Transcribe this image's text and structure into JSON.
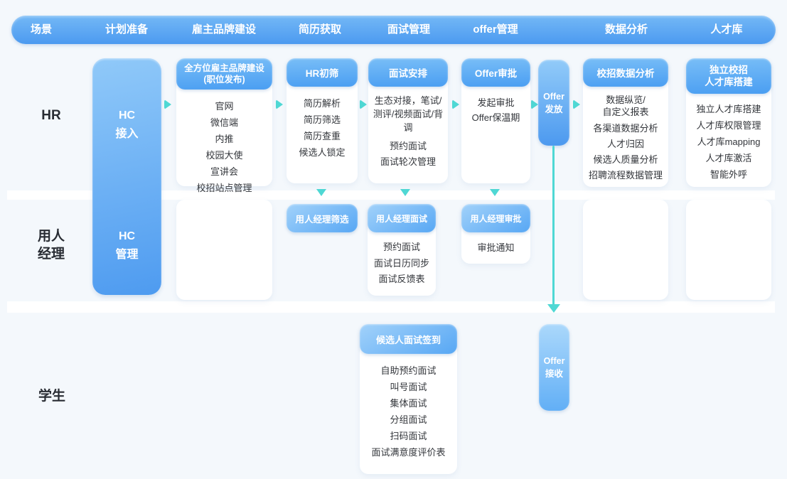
{
  "header": {
    "columns": [
      "场景",
      "计划准备",
      "雇主品牌建设",
      "简历获取",
      "面试管理",
      "offer管理",
      "数据分析",
      "人才库"
    ]
  },
  "lanes": {
    "hr": "HR",
    "manager": "用人\n经理",
    "student": "学生"
  },
  "plan": {
    "hc_access": "HC\n接入",
    "hc_manage": "HC\n管理"
  },
  "brand": {
    "title": "全方位雇主品牌建设\n(职位发布)",
    "items": [
      "官网",
      "微信端",
      "内推",
      "校园大使",
      "宣讲会",
      "校招站点管理"
    ]
  },
  "resume": {
    "title": "HR初筛",
    "items": [
      "简历解析",
      "简历筛选",
      "简历查重",
      "候选人锁定"
    ],
    "manager_title": "用人经理筛选"
  },
  "interview": {
    "title": "面试安排",
    "items": [
      "生态对接，笔试/测评/视频面试/背调",
      "预约面试",
      "面试轮次管理"
    ],
    "manager": {
      "title": "用人经理面试",
      "items": [
        "预约面试",
        "面试日历同步",
        "面试反馈表"
      ]
    },
    "student": {
      "title": "候选人面试签到",
      "items": [
        "自助预约面试",
        "叫号面试",
        "集体面试",
        "分组面试",
        "扫码面试",
        "面试满意度评价表"
      ]
    }
  },
  "offer": {
    "title": "Offer审批",
    "items": [
      "发起审批",
      "Offer保温期"
    ],
    "manager": {
      "title": "用人经理审批",
      "items": [
        "审批通知"
      ]
    },
    "issue": "Offer\n发放",
    "receive": "Offer\n接收"
  },
  "analytics": {
    "title": "校招数据分析",
    "items": [
      "数据纵览/\n自定义报表",
      "各渠道数据分析",
      "人才归因",
      "候选人质量分析",
      "招聘流程数据管理"
    ]
  },
  "talent": {
    "title": "独立校招\n人才库搭建",
    "items": [
      "独立人才库搭建",
      "人才库权限管理",
      "人才库mapping",
      "人才库激活",
      "智能外呼"
    ]
  },
  "colors": {
    "bg": "#f4f8fc",
    "teal": "#4fd8d4",
    "header-top": "#73b8f6",
    "header-bottom": "#4c9af0",
    "hc-top": "#90c9f9",
    "hc-bottom": "#4e9bf0",
    "pill-top": "#79bef7",
    "pill-bottom": "#4a9ef2",
    "pill-lite-top": "#a2d2fa",
    "pill-lite-bottom": "#57a7f4",
    "issue-top": "#92cbf9",
    "issue-bottom": "#4c99ef",
    "receive-top": "#abd8fb",
    "receive-bottom": "#62aff6"
  }
}
